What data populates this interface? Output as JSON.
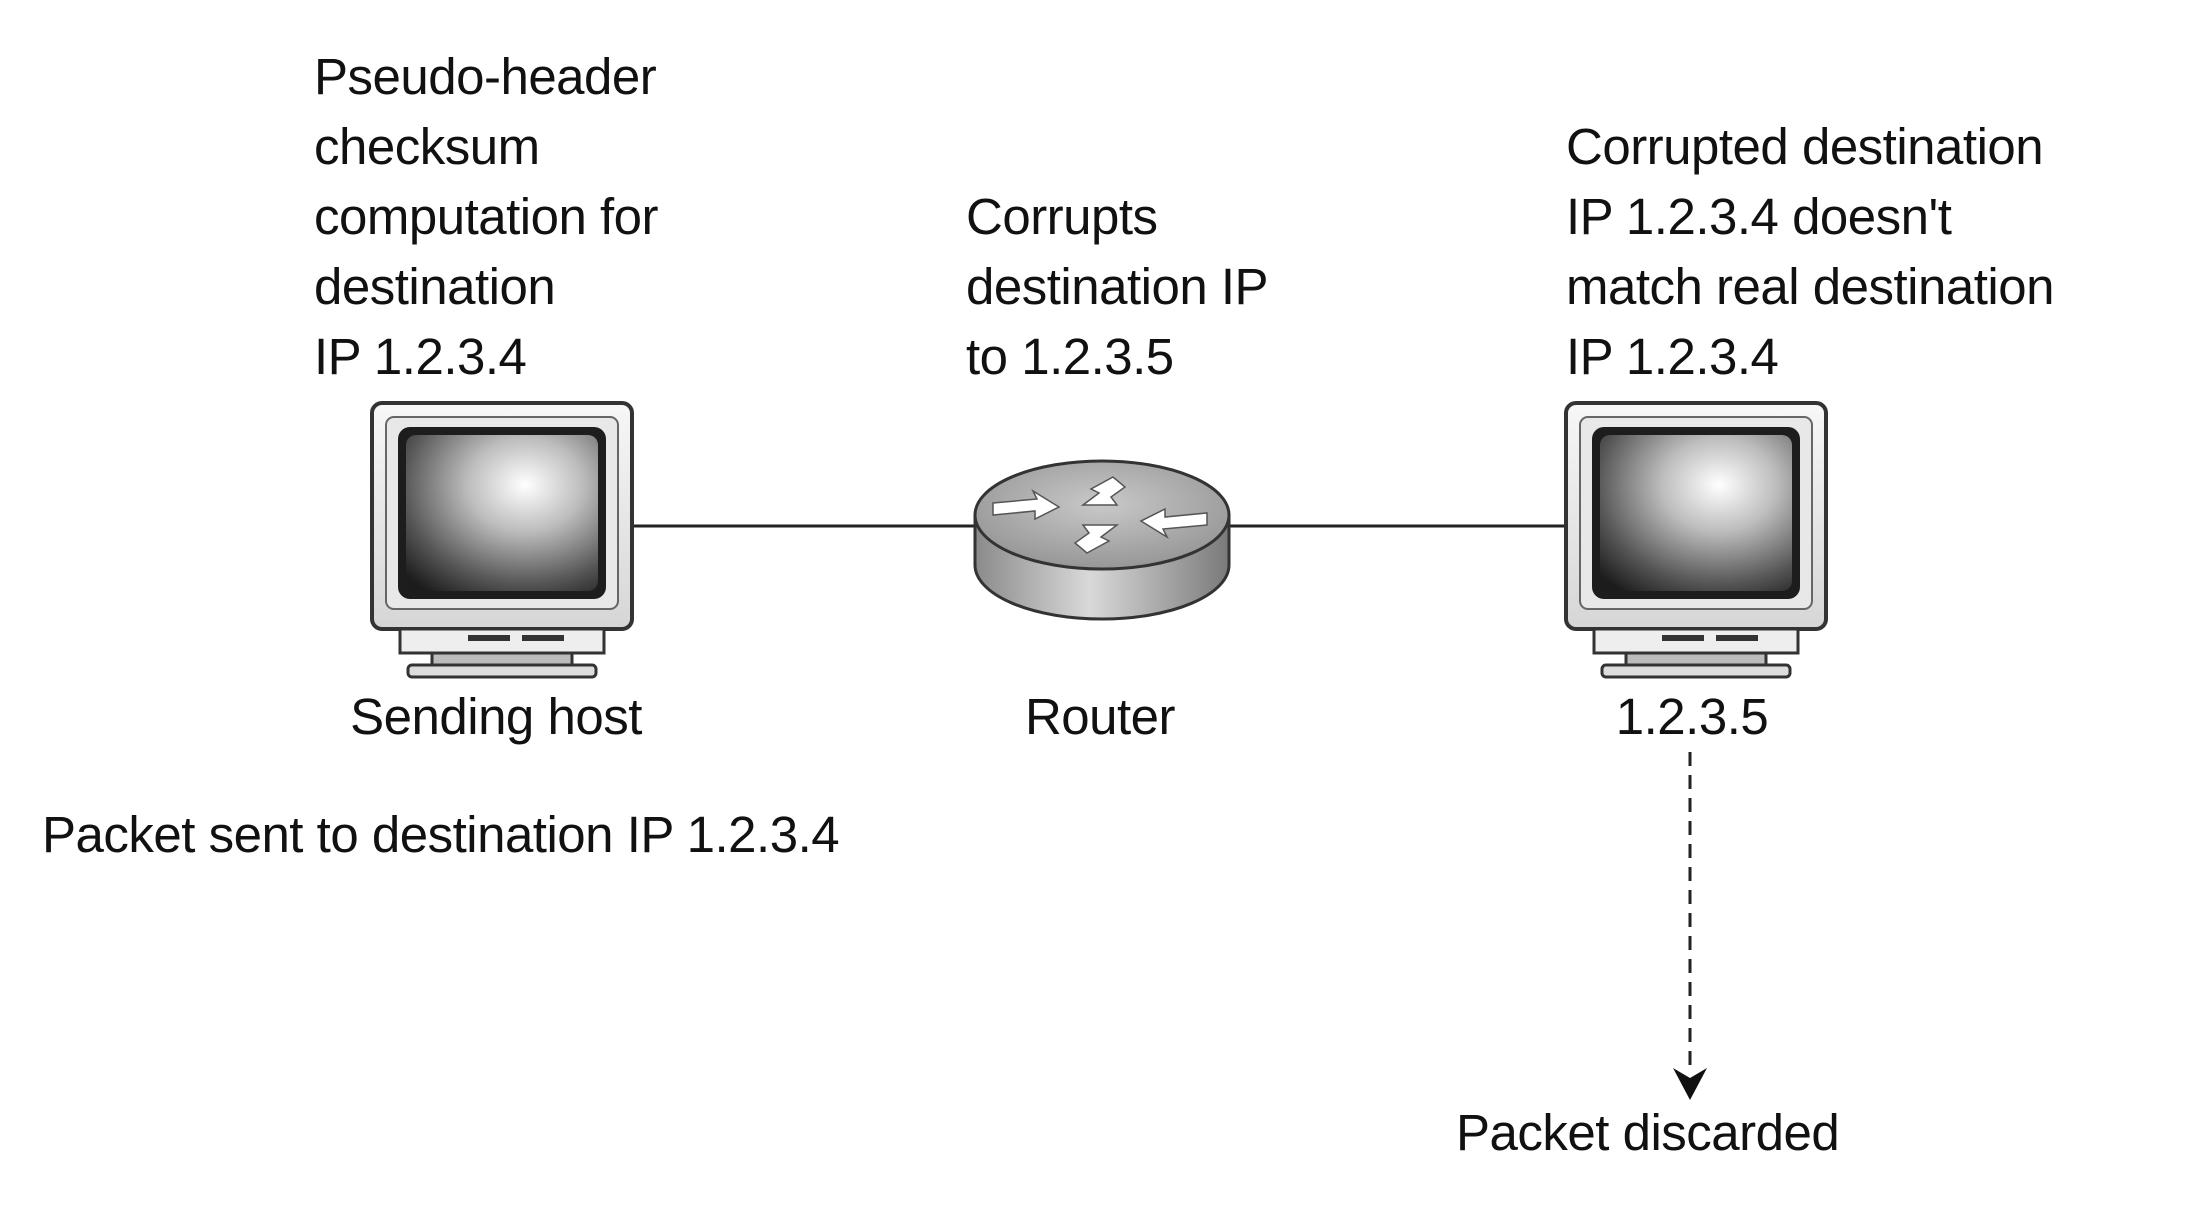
{
  "nodes": {
    "sending_host": {
      "icon": "monitor-icon",
      "caption": "Sending host",
      "annotation": [
        "Pseudo-header",
        "checksum",
        "computation for",
        "destination",
        "IP 1.2.3.4"
      ],
      "note": "Packet sent to destination IP 1.2.3.4"
    },
    "router": {
      "icon": "router-icon",
      "caption": "Router",
      "annotation": [
        "Corrupts",
        "destination IP",
        "to 1.2.3.5"
      ]
    },
    "receiving_host": {
      "icon": "monitor-icon",
      "caption": "1.2.3.5",
      "annotation": [
        "Corrupted destination",
        "IP 1.2.3.4 doesn't",
        "match real destination",
        "IP 1.2.3.4"
      ]
    },
    "result": {
      "label": "Packet discarded"
    }
  },
  "edges": [
    {
      "from": "sending_host",
      "to": "router",
      "style": "solid"
    },
    {
      "from": "router",
      "to": "receiving_host",
      "style": "solid"
    },
    {
      "from": "receiving_host",
      "to": "result",
      "style": "dashed-arrow"
    }
  ],
  "colors": {
    "line": "#222222",
    "text": "#111111",
    "device_light": "#f2f2f2",
    "device_dark": "#3a3a3a"
  }
}
